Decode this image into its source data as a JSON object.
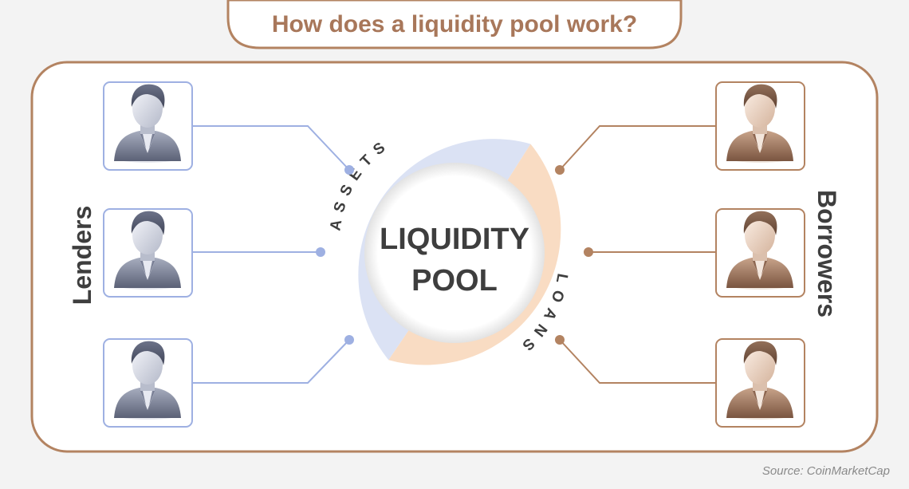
{
  "title": "How does a liquidity pool work?",
  "center": {
    "line1": "LIQUIDITY",
    "line2": "POOL"
  },
  "ring": {
    "assets_label": "ASSETS",
    "loans_label": "LOANS"
  },
  "lenders": {
    "label": "Lenders",
    "count": 3
  },
  "borrowers": {
    "label": "Borrowers",
    "count": 3
  },
  "source": "Source: CoinMarketCap",
  "colors": {
    "brand": "#b38361",
    "title_text": "#a8775a",
    "lender_blue": "#9eb0e2",
    "assets_ring": "#dbe2f4",
    "loans_ring": "#f9dcc3",
    "borrower_brown": "#b38361",
    "dark_text": "#3e3e3e"
  }
}
